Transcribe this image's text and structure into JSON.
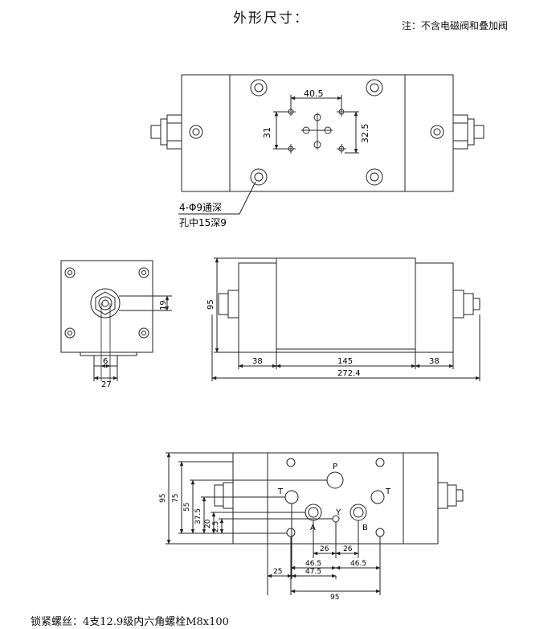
{
  "title": "外形尺寸：",
  "note": "注：不含电磁阀和叠加阀",
  "footer": "锁紧螺丝：4支12.9级内六角螺栓M8x100",
  "top_view": {
    "callout_line1": "4-Φ9通深",
    "callout_line2": "孔中15深9",
    "dim_horizontal": "40.5",
    "dim_left_vertical": "31",
    "dim_right_vertical": "32.5"
  },
  "end_view": {
    "dim_height": "19",
    "dim_offset": "6",
    "dim_width": "27"
  },
  "side_view": {
    "dim_height": "95",
    "dim_left": "38",
    "dim_middle": "145",
    "dim_right": "38",
    "dim_total": "272.4"
  },
  "bottom_view": {
    "port_p": "P",
    "port_t_left": "T",
    "port_t_right": "T",
    "port_a": "A",
    "port_b": "B",
    "port_y": "Y",
    "v_95": "95",
    "v_75": "75",
    "v_55": "55",
    "v_37_5": "37.5",
    "v_20": "20",
    "v_2_5": "2.5",
    "h_26_left": "26",
    "h_26_right": "26",
    "h_46_5_left": "46.5",
    "h_46_5_right": "46.5",
    "h_25": "25",
    "h_47_5": "47.5",
    "h_95": "95"
  }
}
